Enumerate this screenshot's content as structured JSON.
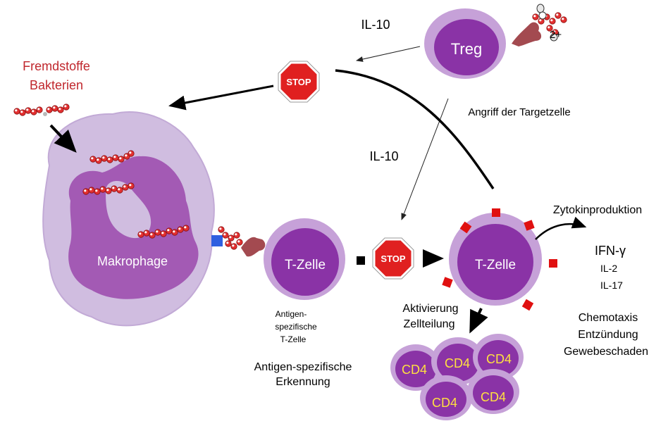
{
  "foreign": {
    "line1": "Fremdstoffe",
    "line2": "Bakterien"
  },
  "il10_top": "IL-10",
  "il10_mid": "IL-10",
  "treg": {
    "label": "Treg",
    "charge": "2+"
  },
  "attack": "Angriff der Targetzelle",
  "stop": "STOP",
  "macrophage": "Makrophage",
  "tcell_a": {
    "label": "T-Zelle",
    "caption_line1": "Antigen-",
    "caption_line2": "spezifische",
    "caption_line3": "T-Zelle"
  },
  "recognition": {
    "line1": "Antigen-spezifische",
    "line2": "Erkennung"
  },
  "tcell_b": {
    "label": "T-Zelle"
  },
  "cytokine": {
    "title": "Zytokinproduktion",
    "ifn": "IFN-γ",
    "il2": "IL-2",
    "il17": "IL-17"
  },
  "activation": {
    "line1": "Aktivierung",
    "line2": "Zellteilung"
  },
  "effects": {
    "line1": "Chemotaxis",
    "line2": "Entzündung",
    "line3": "Gewebeschaden"
  },
  "cd4": [
    "CD4",
    "CD4",
    "CD4",
    "CD4",
    "CD4"
  ],
  "colors": {
    "cell_dark": "#8a33a6",
    "cell_light": "#c6a1d8",
    "macrophage_outer": "#d0bde0",
    "macrophage_inner": "#a35ab4",
    "stop_red": "#e02020",
    "receptor": "#a34a50",
    "bead": "#e33030",
    "marker_red": "#e01010",
    "cd4_text": "#ffe040",
    "foreign_text": "#c0272d"
  }
}
